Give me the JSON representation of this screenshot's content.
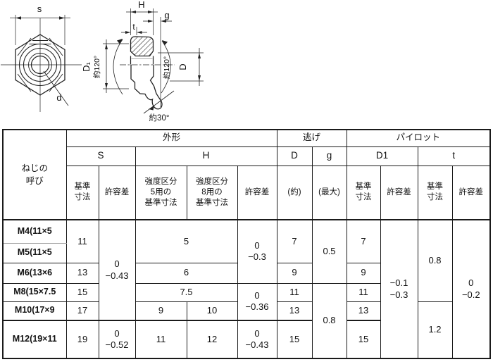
{
  "drawing": {
    "labels": {
      "s": "s",
      "d": "d",
      "H": "H",
      "g": "g",
      "t": "t",
      "D1": "D₁",
      "D": "D",
      "angle120_left": "約120°",
      "angle120_right": "約120°",
      "angle30": "約30°"
    }
  },
  "table": {
    "corner_header": "ねじの\n呼び",
    "groups": {
      "shape": "外形",
      "relief": "逃げ",
      "pilot": "パイロット"
    },
    "dims": {
      "S": "S",
      "H": "H",
      "D": "D",
      "g": "g",
      "D1": "D1",
      "t": "t"
    },
    "subs": {
      "s_basic": "基準\n寸法",
      "s_tol": "許容差",
      "h5": "強度区分\n5用の\n基準寸法",
      "h8": "強度区分\n8用の\n基準寸法",
      "h_tol": "許容差",
      "d_approx": "(約)",
      "g_max": "(最大)",
      "d1_basic": "基準\n寸法",
      "d1_tol": "許容差",
      "t_basic": "基準\n寸法",
      "t_tol": "許容差"
    },
    "rows": {
      "m4": {
        "name": "M4(11×5",
        "s": "11",
        "h": "5",
        "d": "7",
        "d1": "7"
      },
      "m5": {
        "name": "M5(11×5"
      },
      "m6": {
        "name": "M6(13×6",
        "s": "13",
        "h": "6",
        "d": "9",
        "d1": "9"
      },
      "m8": {
        "name": "M8(15×7.5",
        "s": "15",
        "h": "7.5",
        "d": "11",
        "d1": "11"
      },
      "m10": {
        "name": "M10(17×9",
        "s": "17",
        "h5": "9",
        "h8": "10",
        "d": "13",
        "d1": "13"
      },
      "m12": {
        "name": "M12(19×11",
        "s": "19",
        "s_tol": "0\n−0.52",
        "h5": "11",
        "h8": "12",
        "h_tol": "0\n−0.43",
        "d": "15",
        "d1": "15"
      }
    },
    "merged": {
      "s_tol_m4_m10": "0\n−0.43",
      "h_tol_m4_m6": "0\n−0.3",
      "h_tol_m8_m10": "0\n−0.36",
      "g_m4_m6": "0.5",
      "g_m8_m12": "0.8",
      "d1_tol_all": "−0.1\n−0.3",
      "t_m4_m8": "0.8",
      "t_m10_m12": "1.2",
      "t_tol_all": "0\n−0.2"
    }
  }
}
